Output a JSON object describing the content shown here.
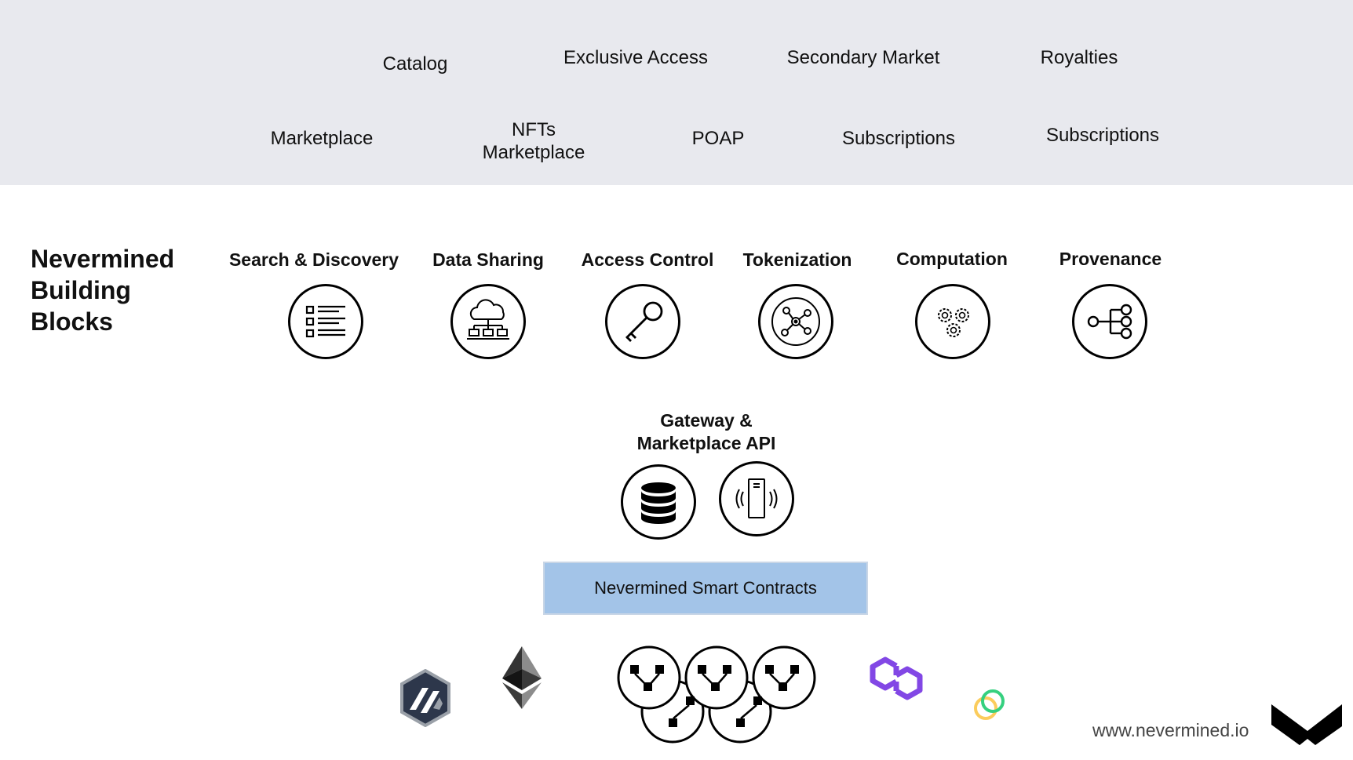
{
  "use_cases": {
    "row1": [
      "Catalog",
      "Exclusive Access",
      "Secondary Market",
      "Royalties"
    ],
    "row2": [
      "Marketplace",
      "NFTs\nMarketplace",
      "POAP",
      "Subscriptions",
      "Subscriptions"
    ]
  },
  "building_blocks": {
    "title": "Nevermined\nBuilding\nBlocks",
    "items": [
      {
        "label": "Search & Discovery",
        "icon": "list-icon"
      },
      {
        "label": "Data Sharing",
        "icon": "cloud-network-icon"
      },
      {
        "label": "Access Control",
        "icon": "key-icon"
      },
      {
        "label": "Tokenization",
        "icon": "token-network-icon"
      },
      {
        "label": "Computation",
        "icon": "gears-icon"
      },
      {
        "label": "Provenance",
        "icon": "hierarchy-icon"
      }
    ]
  },
  "gateway": {
    "label": "Gateway &\nMarketplace API",
    "icons": [
      "database-icon",
      "server-icon"
    ]
  },
  "smart_contracts": {
    "label": "Nevermined Smart Contracts"
  },
  "networks": [
    "arbitrum-logo",
    "ethereum-logo",
    "node-cluster-icon",
    "polygon-logo",
    "celo-logo"
  ],
  "footer": {
    "website": "www.nevermined.io",
    "brand_logo": "nevermined-logo"
  },
  "colors": {
    "band": "#e8e9ee",
    "contracts_box": "#a3c4e8",
    "polygon": "#8247e5",
    "celo_green": "#35d07f",
    "celo_yellow": "#fbcc5c"
  }
}
